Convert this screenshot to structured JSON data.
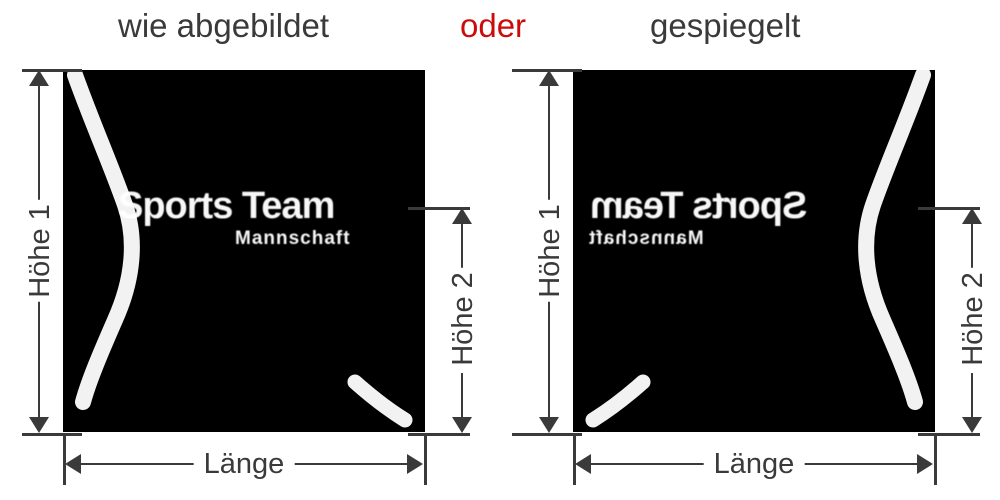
{
  "headings": {
    "left": "wie abgebildet",
    "separator": "oder",
    "right": "gespiegelt"
  },
  "colors": {
    "separator_red": "#cc0b0b",
    "line_gray": "#3a3a3a",
    "image_background": "#000000",
    "page_background": "#ffffff"
  },
  "panels": [
    {
      "id": "as-shown",
      "heading": "wie abgebildet",
      "mirrored": false,
      "image": {
        "alt": "Produktbild",
        "logo_line1": "Sports Team",
        "logo_line2": "Mannschaft"
      },
      "dimensions": {
        "height_total": "Höhe 1",
        "height_partial": "Höhe 2",
        "length": "Länge"
      }
    },
    {
      "id": "mirrored",
      "heading": "gespiegelt",
      "mirrored": true,
      "image": {
        "alt": "Produktbild gespiegelt",
        "logo_line1": "Sports Team",
        "logo_line2": "Mannschaft"
      },
      "dimensions": {
        "height_total": "Höhe 1",
        "height_partial": "Höhe 2",
        "length": "Länge"
      }
    }
  ]
}
